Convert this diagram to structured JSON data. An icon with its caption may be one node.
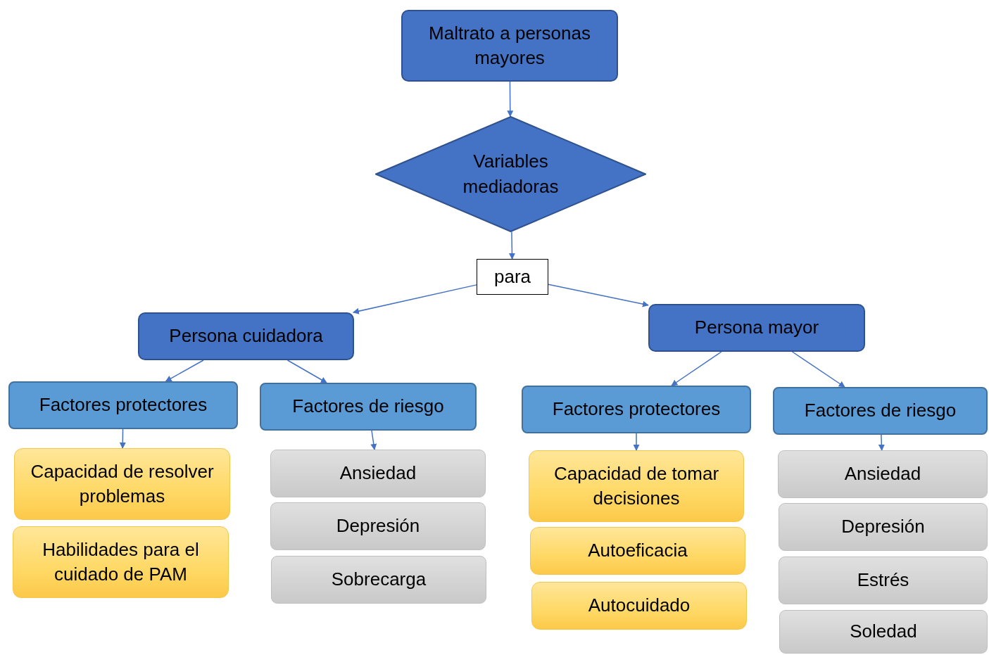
{
  "diagram": {
    "nodes": [
      {
        "text": [
          "Maltrato a personas mayores"
        ]
      },
      {
        "text": [
          "Variables mediadoras"
        ]
      },
      {
        "text": [
          "para"
        ]
      },
      {
        "text": [
          "Persona cuidadora"
        ]
      },
      {
        "text": [
          "Persona mayor"
        ]
      },
      {
        "text": [
          "Factores protectores"
        ]
      },
      {
        "text": [
          "Factores de riesgo"
        ]
      },
      {
        "text": [
          "Factores protectores"
        ]
      },
      {
        "text": [
          "Factores de riesgo"
        ]
      },
      {
        "text": [
          "Capacidad de resolver problemas"
        ]
      },
      {
        "text": [
          "Habilidades para el cuidado de PAM"
        ]
      },
      {
        "text": [
          "Ansiedad"
        ]
      },
      {
        "text": [
          "Depresión"
        ]
      },
      {
        "text": [
          "Sobrecarga"
        ]
      },
      {
        "text": [
          "Capacidad de tomar decisiones"
        ]
      },
      {
        "text": [
          "Autoeficacia"
        ]
      },
      {
        "text": [
          "Autocuidado"
        ]
      },
      {
        "text": [
          "Ansiedad"
        ]
      },
      {
        "text": [
          "Depresión"
        ]
      },
      {
        "text": [
          "Estrés"
        ]
      },
      {
        "text": [
          "Soledad"
        ]
      }
    ],
    "edges": [
      {
        "from": 0,
        "to": 1,
        "arrow": "to"
      },
      {
        "from": 1,
        "to": 2,
        "arrow": "to"
      },
      {
        "from": 2,
        "to": 3,
        "arrow": "to"
      },
      {
        "from": 2,
        "to": 4,
        "arrow": "to"
      },
      {
        "from": 3,
        "to": 5,
        "arrow": "to"
      },
      {
        "from": 3,
        "to": 6,
        "arrow": "to"
      },
      {
        "from": 4,
        "to": 7,
        "arrow": "to"
      },
      {
        "from": 4,
        "to": 8,
        "arrow": "to"
      },
      {
        "from": 5,
        "to": 9,
        "arrow": "to"
      },
      {
        "from": 6,
        "to": 11,
        "arrow": "to"
      },
      {
        "from": 7,
        "to": 14,
        "arrow": "to"
      },
      {
        "from": 8,
        "to": 17,
        "arrow": "to"
      }
    ]
  }
}
